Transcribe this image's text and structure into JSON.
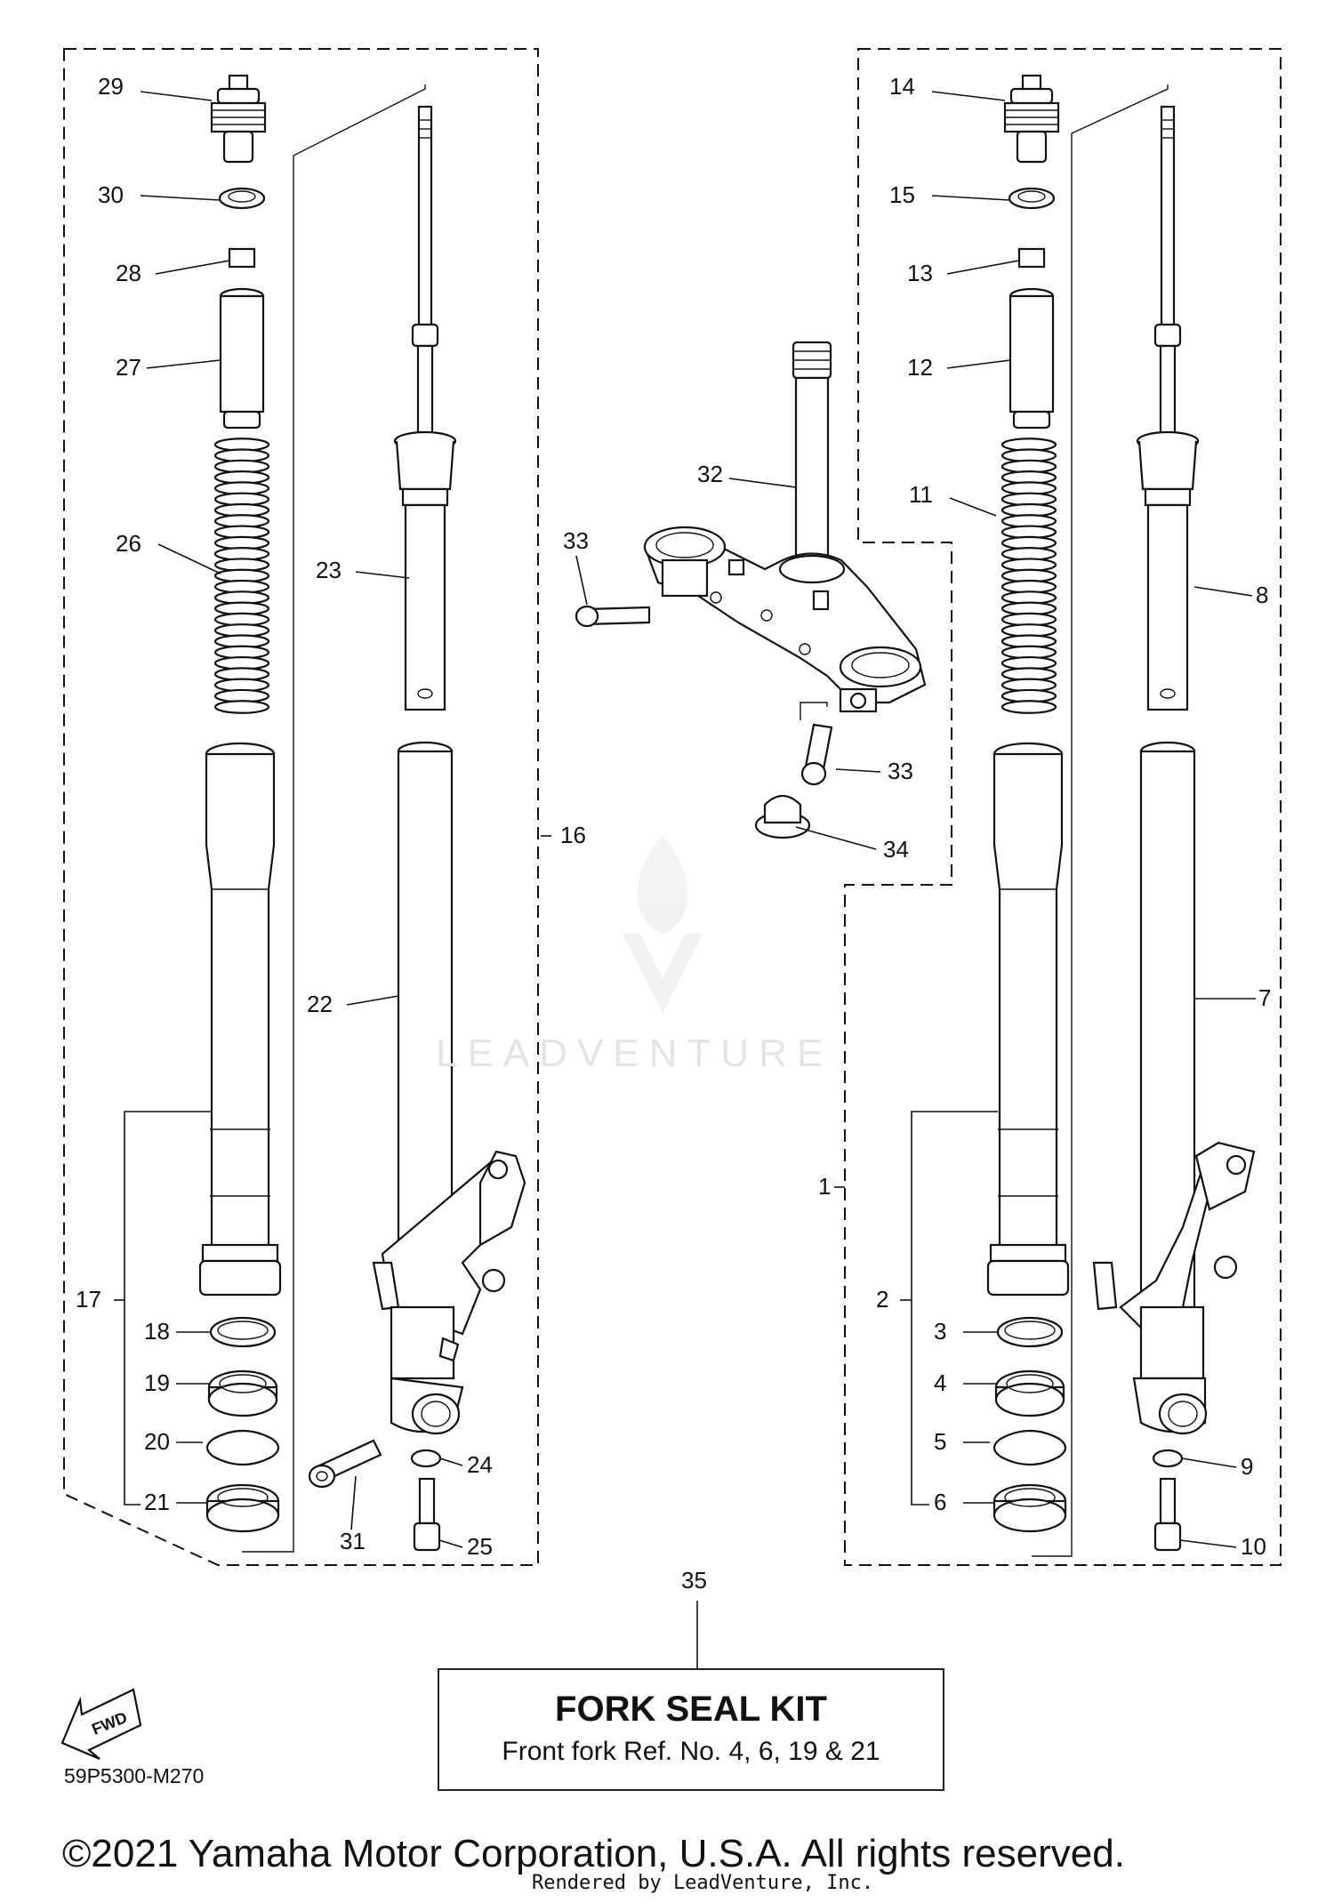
{
  "diagram": {
    "callouts": [
      "1",
      "2",
      "3",
      "4",
      "5",
      "6",
      "7",
      "8",
      "9",
      "10",
      "11",
      "12",
      "13",
      "14",
      "15",
      "16",
      "17",
      "18",
      "19",
      "20",
      "21",
      "22",
      "23",
      "24",
      "25",
      "26",
      "27",
      "28",
      "29",
      "30",
      "31",
      "32",
      "33",
      "34",
      "35"
    ],
    "kit_box": {
      "title": "FORK SEAL KIT",
      "subtitle": "Front fork Ref. No. 4, 6, 19 & 21"
    },
    "fwd_label": "FWD",
    "diagram_code": "59P5300-M270",
    "copyright": "©2021 Yamaha Motor Corporation, U.S.A. All rights reserved.",
    "rendered_by": "Rendered by LeadVenture, Inc.",
    "watermark": "LEADVENTURE"
  }
}
